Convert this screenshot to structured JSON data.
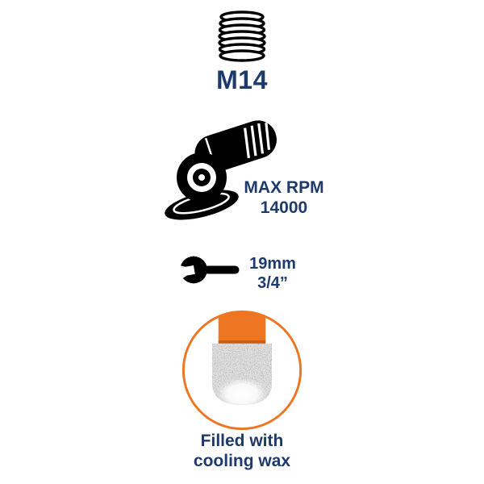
{
  "colors": {
    "accent_orange": "#ee7623",
    "text_navy": "#1d3a6a",
    "icon_black": "#000000",
    "grit_gray": "#d2d2d2"
  },
  "spec": {
    "thread": {
      "label": "M14",
      "icon": "threaded-shank-icon"
    },
    "grinder": {
      "label_line1": "MAX RPM",
      "label_line2": "14000",
      "icon": "angle-grinder-icon"
    },
    "wrench": {
      "label_line1": "19mm",
      "label_line2": "3/4”",
      "icon": "open-end-wrench-icon"
    },
    "bit": {
      "caption_line1": "Filled with",
      "caption_line2": "cooling wax",
      "icon": "diamond-bit-photo"
    }
  }
}
